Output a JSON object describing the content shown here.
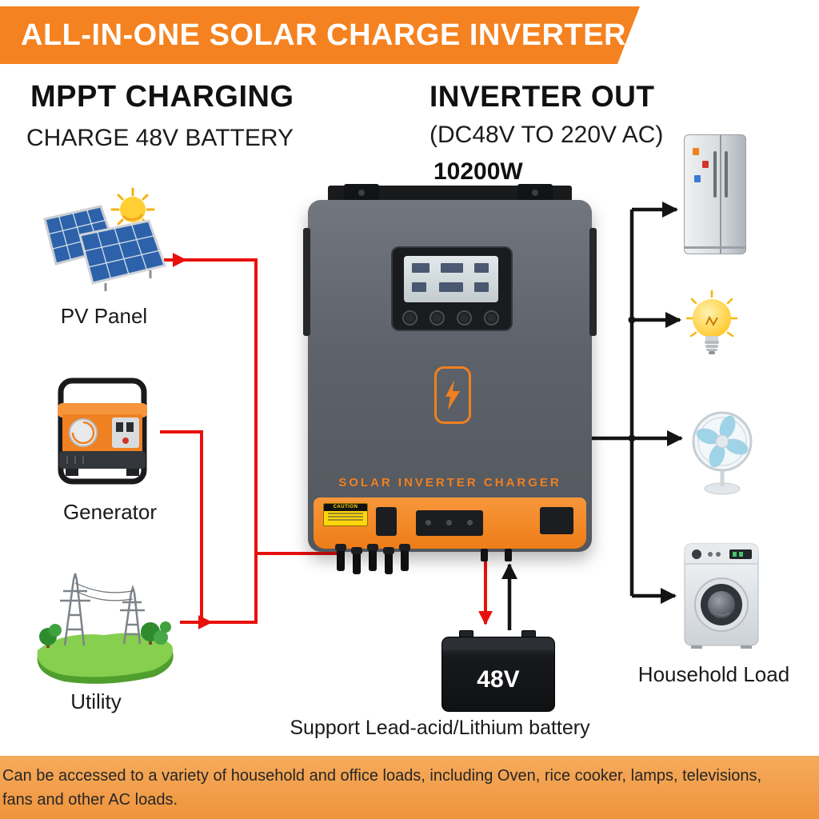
{
  "banner": {
    "title": "ALL-IN-ONE SOLAR CHARGE INVERTER"
  },
  "mppt": {
    "title": "MPPT CHARGING",
    "subtitle": "CHARGE 48V BATTERY"
  },
  "inverter_out": {
    "title": "INVERTER OUT",
    "subtitle": "(DC48V TO 220V AC)",
    "power": "10200W"
  },
  "sources": {
    "pv": {
      "label": "PV Panel"
    },
    "generator": {
      "label": "Generator"
    },
    "utility": {
      "label": "Utility"
    }
  },
  "device": {
    "name": "SOLAR INVERTER CHARGER",
    "caution_label": "CAUTION"
  },
  "battery": {
    "voltage": "48V",
    "caption": "Support Lead-acid/Lithium battery"
  },
  "loads": {
    "label": "Household Load",
    "items": [
      "refrigerator",
      "light-bulb",
      "fan",
      "washing-machine"
    ]
  },
  "footer": {
    "line1": "Can be accessed to a variety of household and office loads, including Oven, rice cooker, lamps, televisions,",
    "line2": "fans and other AC loads."
  },
  "colors": {
    "banner_orange": "#f58220",
    "device_orange": "#ef8123",
    "arrow_red": "#e8100c",
    "arrow_black": "#141414",
    "footer_band": "#f2a050",
    "panel_blue": "#2d62aa",
    "sun_yellow": "#ffcf33",
    "grass_green": "#86cf4f",
    "bulb_yellow": "#ffc41f"
  }
}
